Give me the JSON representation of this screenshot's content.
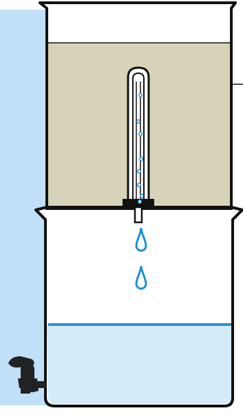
{
  "colors": {
    "background_panel": "#bfe0f7",
    "upper_water": "#d6d3b8",
    "lower_water": "#d4ebfa",
    "water_line": "#2a93cf",
    "droplet": "#1a8fd6",
    "bubble": "#1a8fd6",
    "outline": "#111111",
    "container": "#ffffff"
  },
  "icons": {
    "tap": "faucet-icon",
    "candle": "filter-candle-icon",
    "drop": "water-drop-icon"
  },
  "diagram": {
    "upper_chamber_fill_level": 0.86,
    "lower_chamber_fill_level": 0.39,
    "droplet_count": 2,
    "bubble_count": 8
  }
}
